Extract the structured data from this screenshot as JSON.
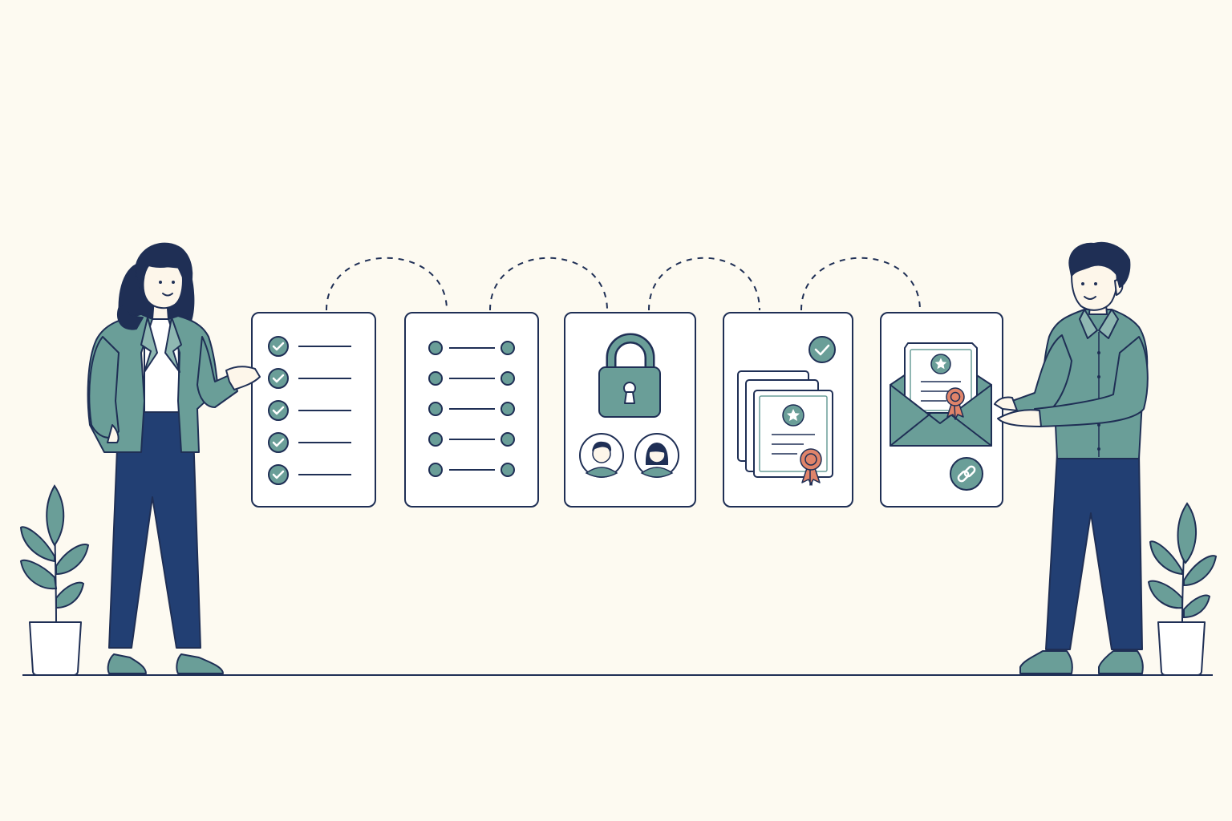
{
  "illustration": {
    "background": "#fdfaf1",
    "colors": {
      "outline": "#1f2f55",
      "teal": "#6a9e98",
      "teal_light": "#8fb8b2",
      "navy": "#223f73",
      "skin": "#fdf6ea",
      "hair": "#1f2f55",
      "white": "#ffffff",
      "accent": "#e0846a"
    },
    "people": [
      {
        "name": "woman",
        "role": "presenter"
      },
      {
        "name": "man",
        "role": "receiver"
      }
    ],
    "cards": [
      {
        "name": "checklist-card",
        "icon": "checklist-icon",
        "rows": 5
      },
      {
        "name": "list-card",
        "icon": "list-icon",
        "rows": 5
      },
      {
        "name": "security-card",
        "icon": "padlock-icon",
        "avatars": 2
      },
      {
        "name": "certificates-card",
        "icon": "certificate-stack-icon",
        "badge": "check-badge-icon"
      },
      {
        "name": "delivery-card",
        "icon": "envelope-certificate-icon",
        "badge": "link-badge-icon"
      }
    ],
    "plants": 2
  }
}
